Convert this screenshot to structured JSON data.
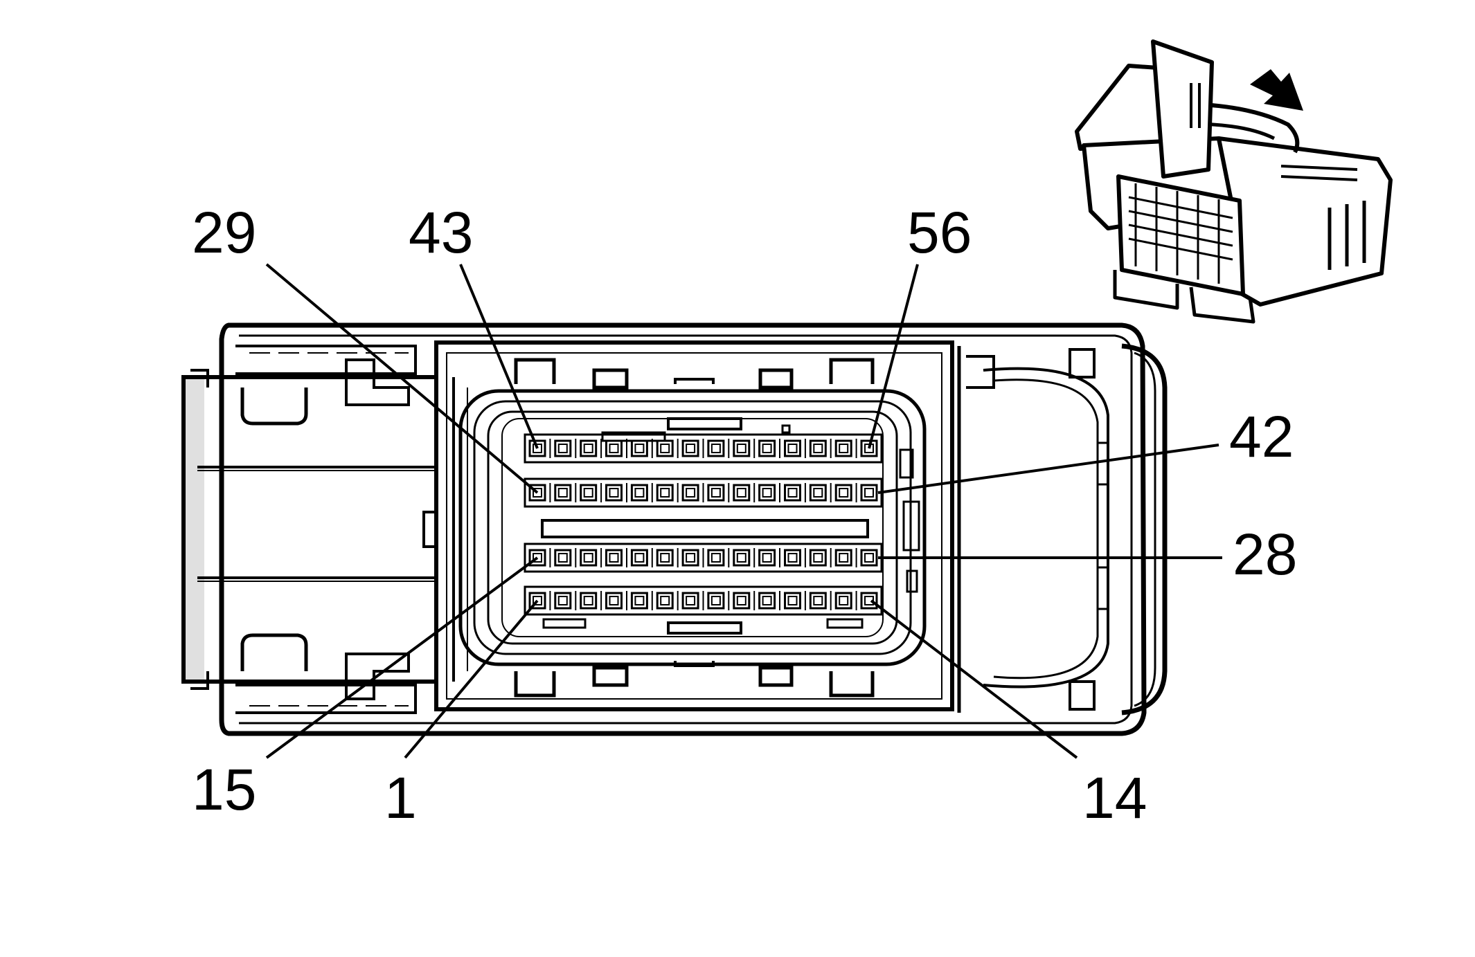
{
  "diagram": {
    "type": "connector-pinout",
    "colors": {
      "ink": "#000000",
      "background": "#ffffff"
    },
    "pin_labels": [
      {
        "id": "pin-29",
        "text": "29"
      },
      {
        "id": "pin-43",
        "text": "43"
      },
      {
        "id": "pin-56",
        "text": "56"
      },
      {
        "id": "pin-42",
        "text": "42"
      },
      {
        "id": "pin-28",
        "text": "28"
      },
      {
        "id": "pin-15",
        "text": "15"
      },
      {
        "id": "pin-1",
        "text": "1"
      },
      {
        "id": "pin-14",
        "text": "14"
      }
    ],
    "terminal_rows": 4,
    "terminals_per_row": 14,
    "inset": {
      "icon": "connector-perspective-view",
      "arrow_icon": "arrow-down-right-icon"
    }
  }
}
